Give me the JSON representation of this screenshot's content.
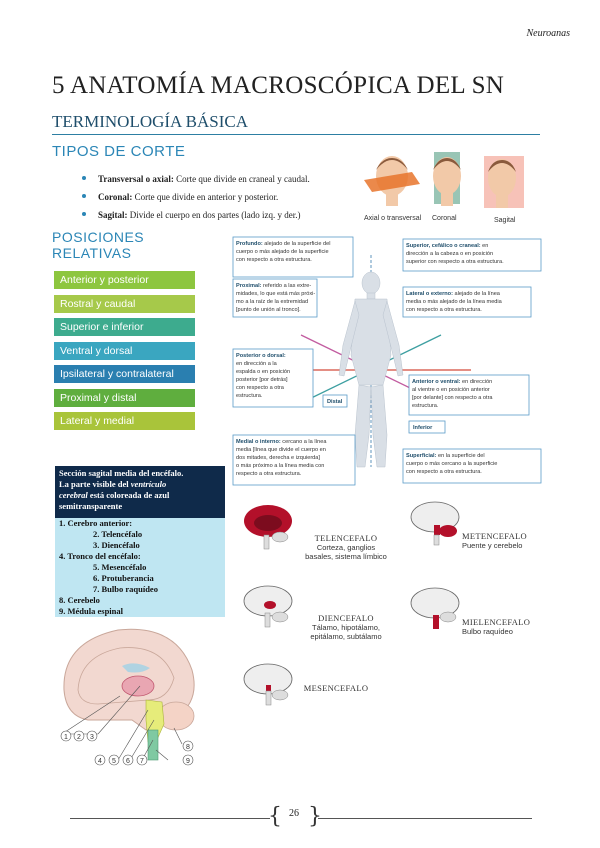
{
  "header": {
    "running_title": "Neuroanas"
  },
  "chapter_title": "5 ANATOMÍA MACROSCÓPICA DEL SN",
  "section_title": "TERMINOLOGÍA BÁSICA",
  "cuts": {
    "title": "TIPOS DE CORTE",
    "items": [
      {
        "term": "Transversal o axial:",
        "text": " Corte que divide en craneal y caudal."
      },
      {
        "term": "Coronal:",
        "text": " Corte que divide en anterior y posterior."
      },
      {
        "term": "Sagital:",
        "text": " Divide el cuerpo en dos partes (lado izq. y der.)"
      }
    ],
    "plane_labels": [
      "Axial o transversal",
      "Coronal",
      "Sagital"
    ]
  },
  "positions": {
    "title_line1": "POSICIONES",
    "title_line2": "RELATIVAS",
    "items": [
      {
        "label": "Anterior y posterior",
        "color": "#8dc63f"
      },
      {
        "label": "Rostral y caudal",
        "color": "#a6c94a"
      },
      {
        "label": "Superior e inferior",
        "color": "#3dab8e"
      },
      {
        "label": "Ventral y dorsal",
        "color": "#3aa6c0"
      },
      {
        "label": "Ipsilateral y contralateral",
        "color": "#2a7fb0"
      },
      {
        "label": "Proximal y distal",
        "color": "#5fae3e"
      },
      {
        "label": "Lateral y medial",
        "color": "#a9c43a"
      }
    ]
  },
  "body_diagram": {
    "profundo_term": "Profundo:",
    "profundo": " alejado de la superficie del cuerpo o más alejado de la superficie con respecto a otra estructura.",
    "proximal_term": "Proximal:",
    "proximal": " referido a las extremidades, lo que está más próximo a la raíz de la extremidad [punto de unión al tronco].",
    "posterior_term": "Posterior o dorsal:",
    "posterior": " en dirección a la espalda o en posición posterior [por detrás] con respecto a otra estructura.",
    "medial_term": "Medial o interno:",
    "medial": " cercano a la línea media [línea que divide el cuerpo en dos mitades, derecha e izquierda] o más próximo a la línea media con respecto a otra estructura.",
    "superior_term": "Superior, cefálico o craneal:",
    "superior": " en dirección a la cabeza o en posición superior con respecto a otra estructura.",
    "lateral_term": "Lateral o externo:",
    "lateral": " alejado de la línea media o más alejado de la línea media con respecto a otra estructura.",
    "anterior_term": "Anterior o ventral:",
    "anterior": " en dirección al vientre o en posición anterior [por delante] con respecto a otra estructura.",
    "inferior": "Inferior",
    "distal": "Distal",
    "superficial_term": "Superficial:",
    "superficial": " en la superficie del cuerpo o más cercano a la superficie con respecto a otra estructura."
  },
  "infobox": {
    "line1": "Sección sagital media del encéfalo.",
    "line2a": "La parte visible del ",
    "line2b": "ventrículo",
    "line3a": "cerebral",
    "line3b": " está coloreada de azul",
    "line4": "semitransparente"
  },
  "numbered_list": [
    {
      "text": "1. Cerebro anterior:",
      "indent": false
    },
    {
      "text": "2. Telencéfalo",
      "indent": true
    },
    {
      "text": "3. Diencéfalo",
      "indent": true
    },
    {
      "text": "4. Tronco del encéfalo:",
      "indent": false
    },
    {
      "text": "5. Mesencéfalo",
      "indent": true
    },
    {
      "text": "6. Protuberancia",
      "indent": true
    },
    {
      "text": "7. Bulbo raquídeo",
      "indent": true
    },
    {
      "text": "8. Cerebelo",
      "indent": false
    },
    {
      "text": "9. Médula espinal",
      "indent": false
    }
  ],
  "brain_regions": [
    {
      "name": "TELENCEFALO",
      "desc1": "Corteza, ganglios",
      "desc2": "basales, sistema límbico"
    },
    {
      "name": "METENCEFALO",
      "desc1": "Puente y cerebelo",
      "desc2": ""
    },
    {
      "name": "DIENCEFALO",
      "desc1": "Tálamo, hipotálamo,",
      "desc2": "epitálamo, subtálamo"
    },
    {
      "name": "MIELENCEFALO",
      "desc1": "Bulbo raquídeo",
      "desc2": ""
    },
    {
      "name": "MESENCEFALO",
      "desc1": "",
      "desc2": ""
    }
  ],
  "sagittal_numbers": [
    "1",
    "2",
    "3",
    "4",
    "5",
    "6",
    "7",
    "8",
    "9"
  ],
  "footer": {
    "page_number": "26"
  }
}
